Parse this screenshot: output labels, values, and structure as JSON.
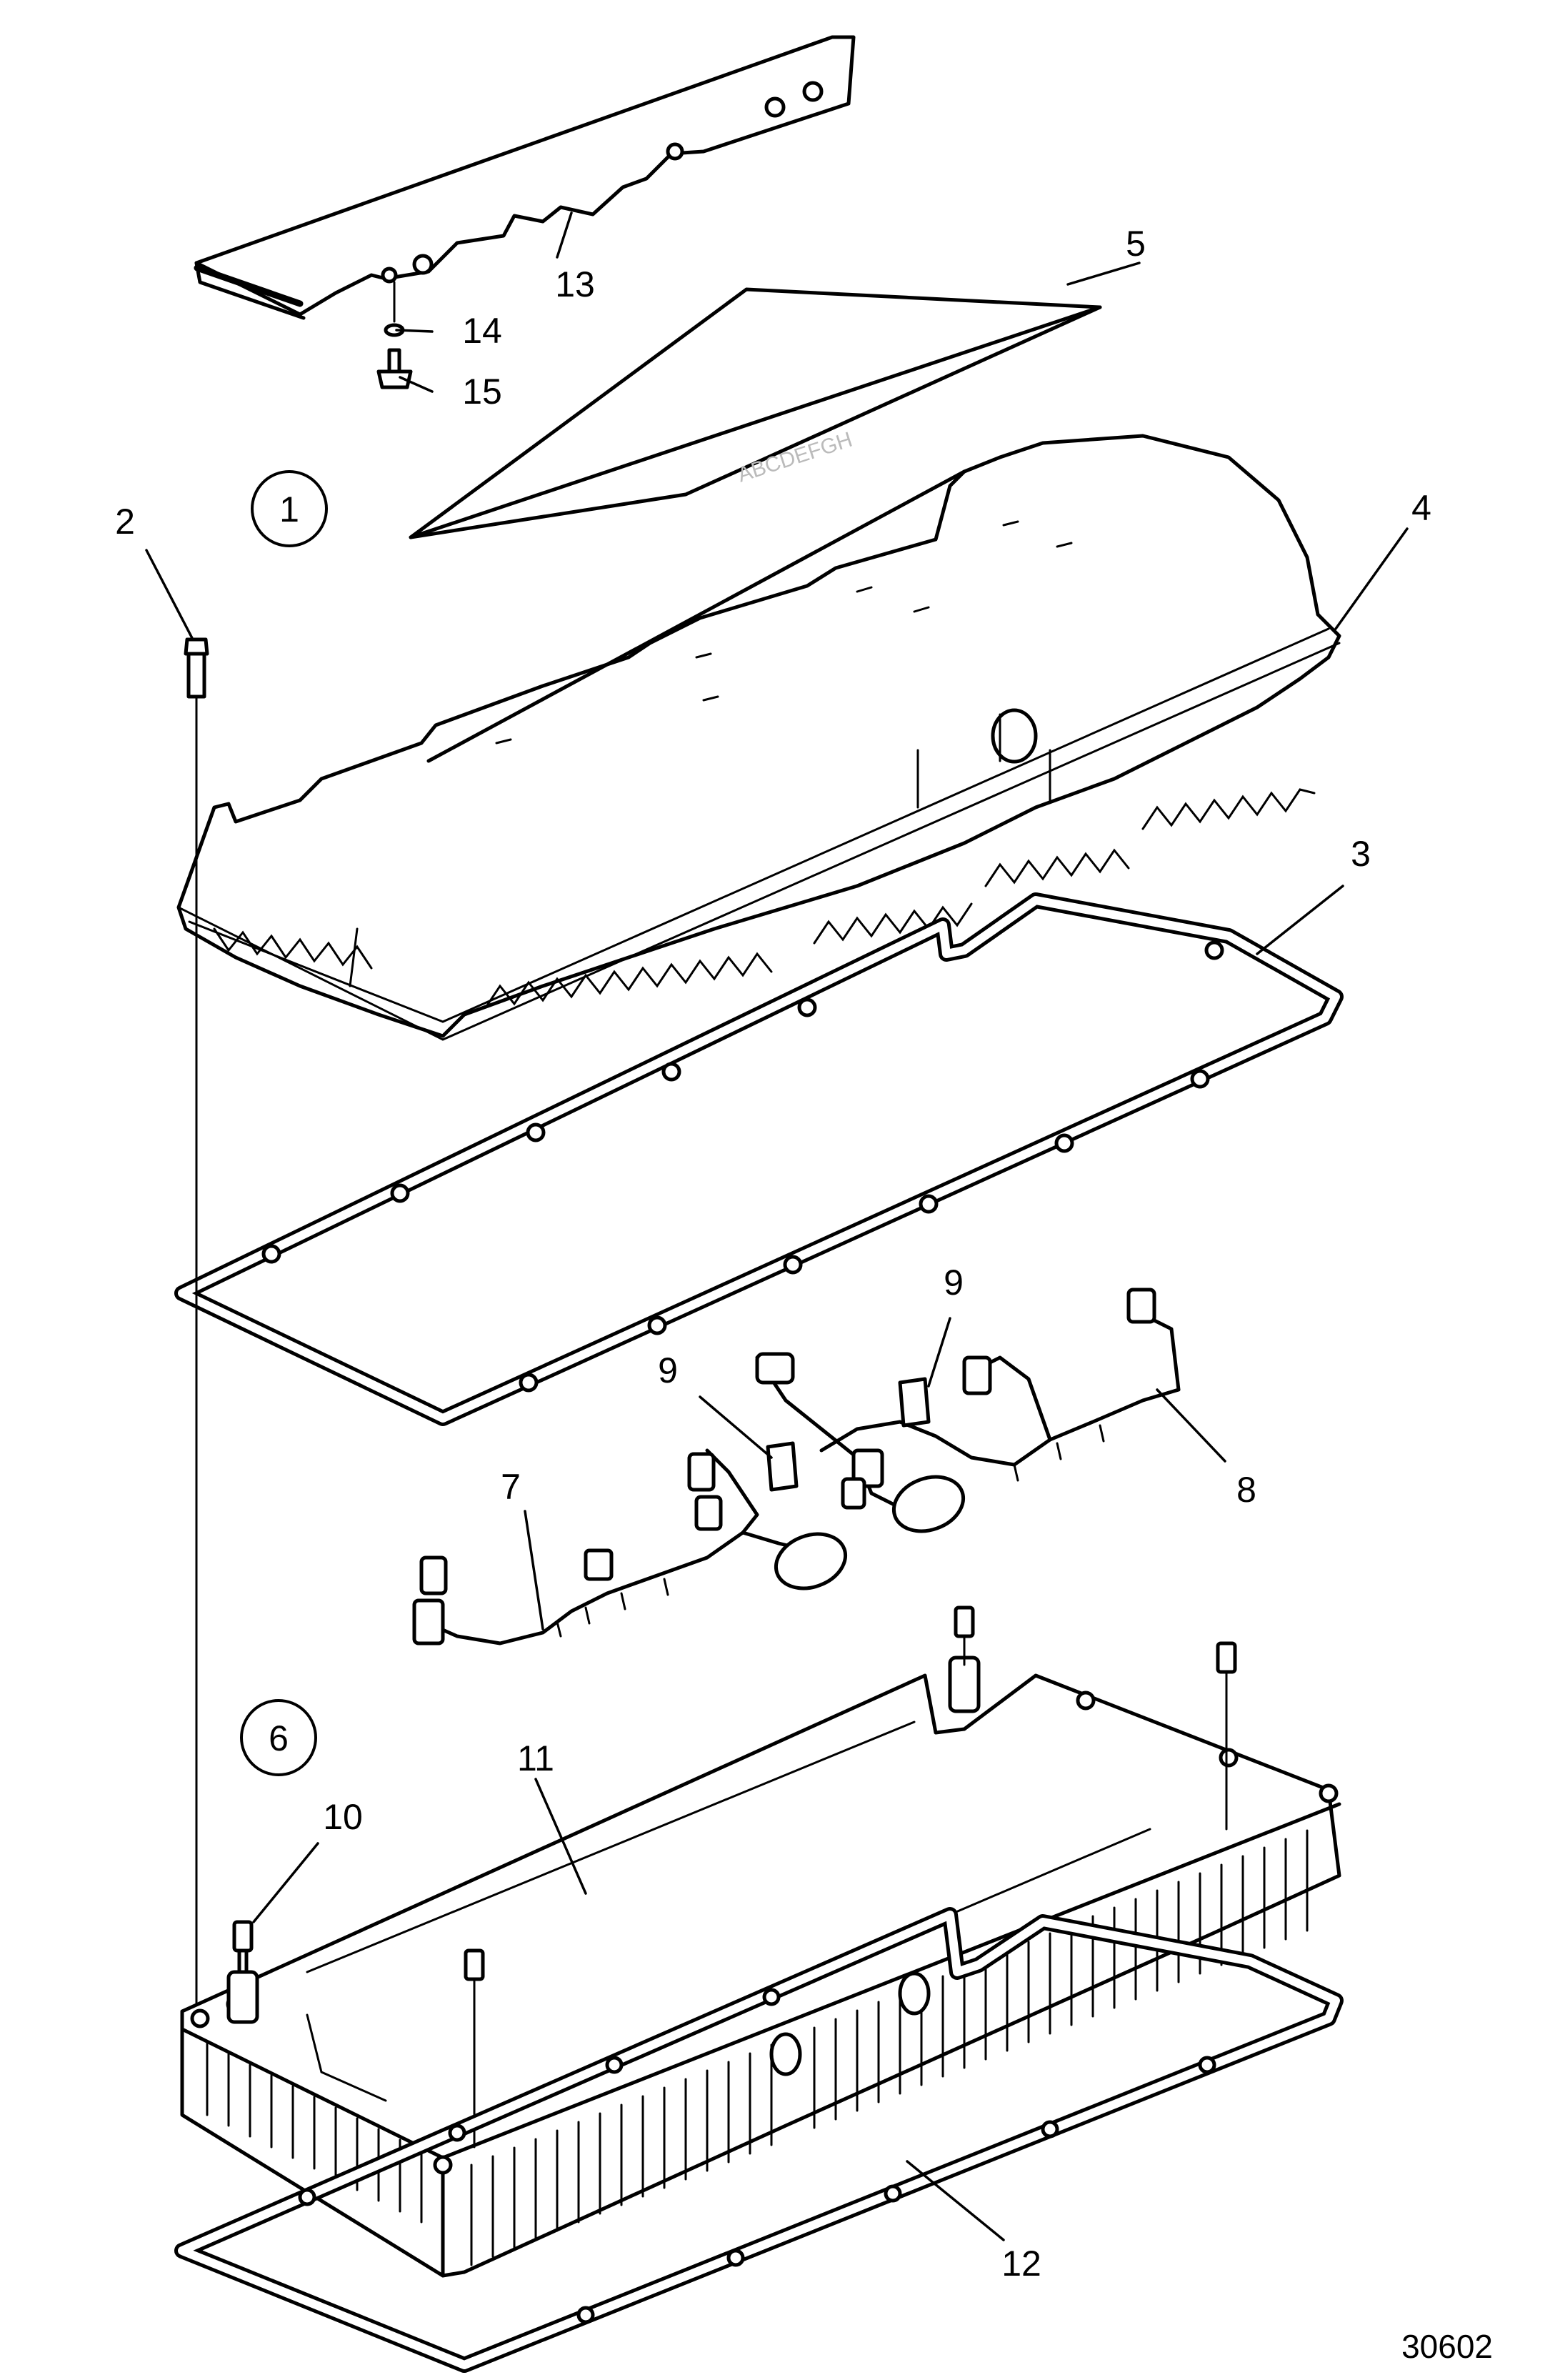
{
  "callouts": {
    "c1": "1",
    "c2": "2",
    "c3": "3",
    "c4": "4",
    "c5": "5",
    "c6": "6",
    "c7": "7",
    "c8": "8",
    "c9a": "9",
    "c9b": "9",
    "c10": "10",
    "c11": "11",
    "c12": "12",
    "c13": "13",
    "c14": "14",
    "c15": "15"
  },
  "figure_number": "30602"
}
